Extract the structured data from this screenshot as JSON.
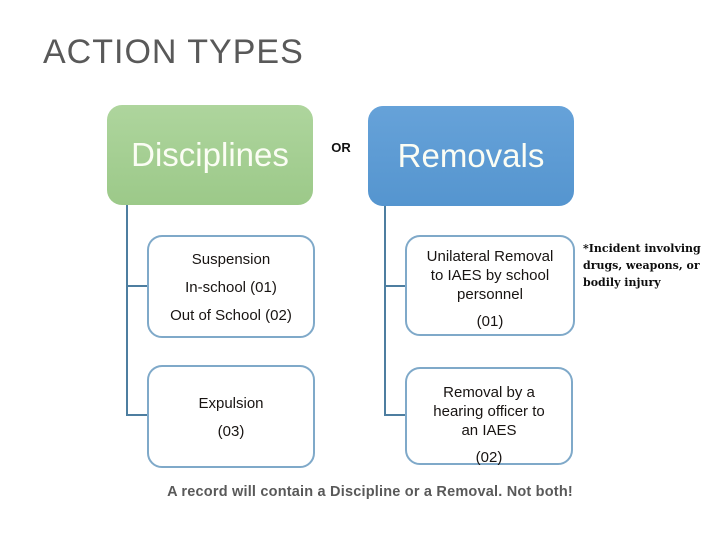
{
  "slide": {
    "title": "ACTION TYPES",
    "footer": "A record will contain a Discipline or a Removal. Not both!"
  },
  "diagram": {
    "or_label": "OR",
    "parents": {
      "left": {
        "label": "Disciplines",
        "fill_color": "#a3cd90"
      },
      "right": {
        "label": "Removals",
        "fill_color": "#5b9bd5"
      }
    },
    "left_children": [
      {
        "lines": [
          "Suspension",
          "In-school (01)",
          "Out of School (02)"
        ]
      },
      {
        "lines": [
          "Expulsion",
          "(03)"
        ]
      }
    ],
    "right_children": [
      {
        "lines": [
          "Unilateral Removal",
          "to IAES by school",
          "personnel"
        ],
        "code": "(01)"
      },
      {
        "lines": [
          "Removal by a",
          "hearing officer to",
          "an IAES"
        ],
        "code": "(02)"
      }
    ],
    "note_lines": [
      "*Incident involving",
      "drugs, weapons, or",
      "bodily injury"
    ],
    "colors": {
      "connector": "#4d7ea0",
      "child_border": "#7fa9c9",
      "title_gray": "#595959",
      "body_text": "#181412"
    }
  }
}
